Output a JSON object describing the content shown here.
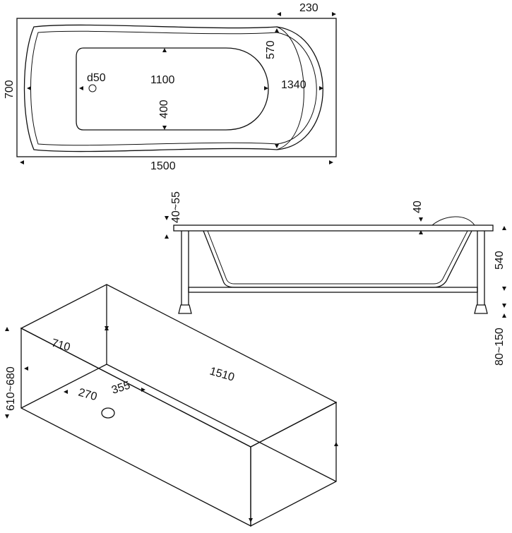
{
  "top_view": {
    "dim_230": "230",
    "dim_700": "700",
    "dim_1500": "1500",
    "dim_1100": "1100",
    "dim_d50": "d50",
    "dim_400": "400",
    "dim_570": "570",
    "dim_1340": "1340"
  },
  "side_view": {
    "dim_40_55": "40~55",
    "dim_40": "40",
    "dim_540": "540",
    "dim_80_150": "80~150"
  },
  "box_view": {
    "dim_710": "710",
    "dim_1510": "1510",
    "dim_610_680": "610~680",
    "dim_270": "270",
    "dim_355": "355"
  },
  "colors": {
    "line": "#111111",
    "background": "#ffffff"
  }
}
